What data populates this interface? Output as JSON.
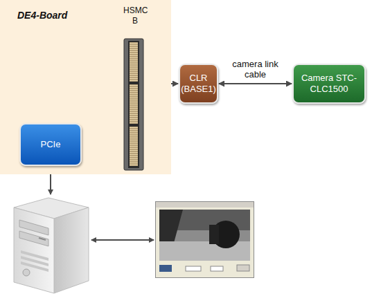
{
  "diagram": {
    "nodes": [
      {
        "text": [
          "DE4-Board"
        ]
      },
      {
        "text": [
          "HSMC B"
        ],
        "in": 0
      },
      {
        "text": [
          "PCIe"
        ],
        "in": 0
      },
      {
        "text": [
          "CLR (BASE1)"
        ]
      },
      {
        "text": [
          "Camera STC-CLC1500"
        ]
      }
    ],
    "edges": [
      {
        "from": 1,
        "to": 3,
        "arrow": "both"
      },
      {
        "from": 3,
        "to": 4,
        "label": "camera link cable",
        "arrow": "both"
      }
    ]
  }
}
